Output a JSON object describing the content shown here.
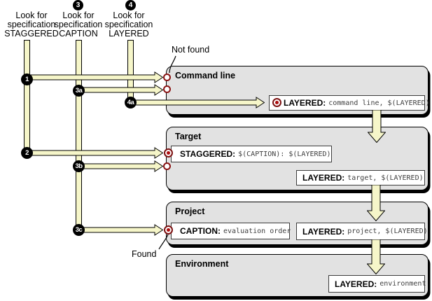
{
  "lookups": [
    {
      "badge": "",
      "lines": [
        "Look for",
        "specification",
        "STAGGERED"
      ]
    },
    {
      "badge": "3",
      "lines": [
        "Look for",
        "specification",
        "CAPTION"
      ]
    },
    {
      "badge": "4",
      "lines": [
        "Look for",
        "specification",
        "LAYERED"
      ]
    }
  ],
  "badges": {
    "b1": "1",
    "b2": "2",
    "b3a": "3a",
    "b3b": "3b",
    "b3c": "3c",
    "b4a": "4a"
  },
  "annotations": {
    "not_found": "Not found",
    "found": "Found"
  },
  "scopes": [
    {
      "title": "Command line",
      "entries": [
        {
          "label": "LAYERED:",
          "value": "command line, $(LAYERED)",
          "marker": "found"
        }
      ]
    },
    {
      "title": "Target",
      "entries": [
        {
          "label": "STAGGERED:",
          "value": "$(CAPTION): $(LAYERED)",
          "marker": "found"
        },
        {
          "label": "LAYERED:",
          "value": "target, $(LAYERED)",
          "marker": "none"
        }
      ]
    },
    {
      "title": "Project",
      "entries": [
        {
          "label": "CAPTION:",
          "value": "evaluation order",
          "marker": "found"
        },
        {
          "label": "LAYERED:",
          "value": "project, $(LAYERED)",
          "marker": "none"
        }
      ]
    },
    {
      "title": "Environment",
      "entries": [
        {
          "label": "LAYERED:",
          "value": "environment",
          "marker": "none"
        }
      ]
    }
  ],
  "colors": {
    "arrow_fill": "#f6f6c9",
    "scope_fill": "#e2e2e2",
    "found_dot": "#ac0c0c",
    "marker_ring": "#8a1414",
    "badge_bg": "#000000"
  }
}
